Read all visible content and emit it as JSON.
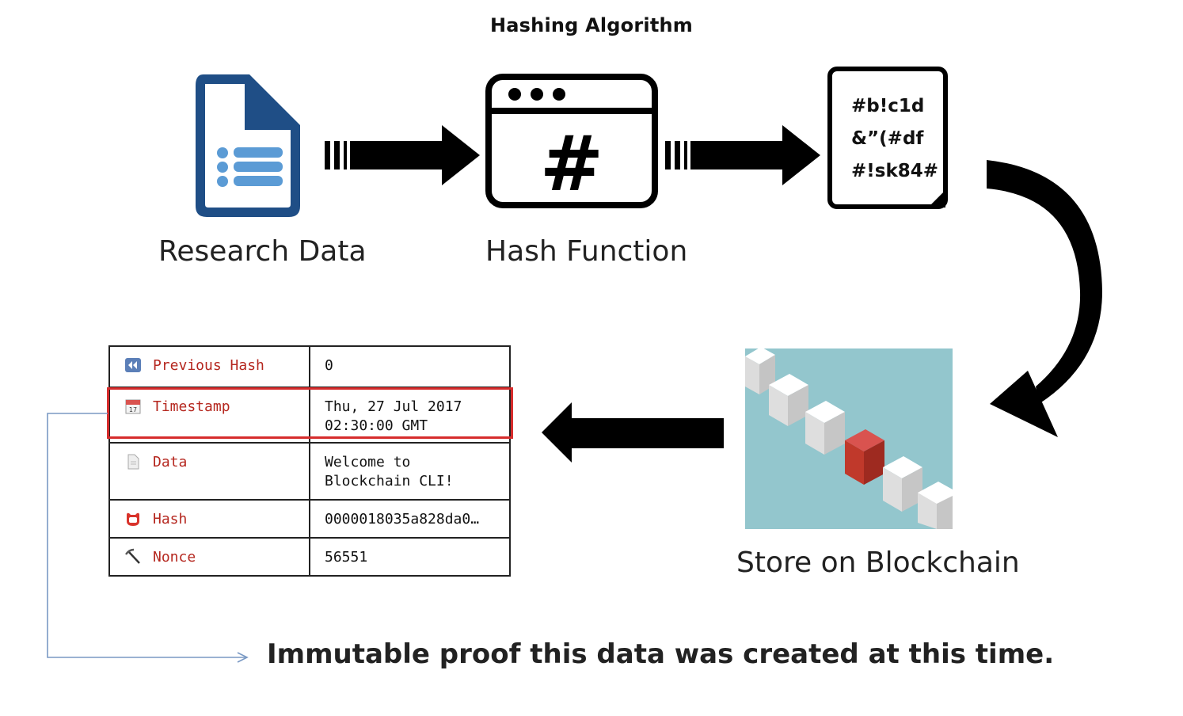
{
  "title": "Hashing Algorithm",
  "steps": {
    "research": "Research Data",
    "hash_function": "Hash Function",
    "blockchain": "Store on Blockchain"
  },
  "hash_output": {
    "lines": [
      "#b!c1d",
      "&”(#df",
      "#!sk84#"
    ]
  },
  "hash_symbol": "#",
  "block_table": {
    "rows": [
      {
        "icon": "rewind-icon",
        "key": "Previous Hash",
        "value": "0"
      },
      {
        "icon": "calendar-icon",
        "key": "Timestamp",
        "value_lines": [
          "Thu, 27 Jul 2017",
          "02:30:00 GMT"
        ]
      },
      {
        "icon": "document-icon",
        "key": "Data",
        "value_lines": [
          "Welcome to",
          "Blockchain CLI!"
        ]
      },
      {
        "icon": "hash-badge-icon",
        "key": "Hash",
        "value": "0000018035a828da0…"
      },
      {
        "icon": "pickaxe-icon",
        "key": "Nonce",
        "value": "56551"
      }
    ]
  },
  "proof_text": "Immutable proof this data was created at this time.",
  "colors": {
    "doc_blue": "#1f4e86",
    "list_blue": "#5b9bd5",
    "highlight_red": "#d62c2c",
    "key_red": "#b5271f",
    "teal": "#93c6cd",
    "cube_red": "#c0392b"
  }
}
